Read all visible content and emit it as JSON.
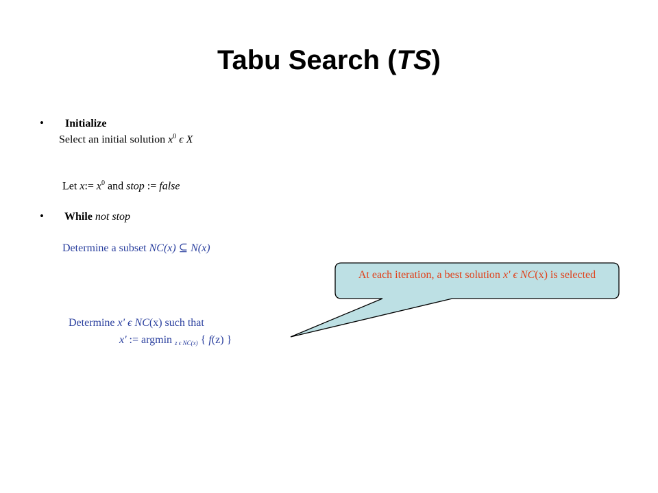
{
  "title": {
    "main": "Tabu Search (",
    "abbr": "TS",
    "close": ")"
  },
  "bullet_char": "•",
  "initialize": {
    "heading": "Initialize",
    "select_text": "Select an initial solution ",
    "x0_var": "x",
    "x0_sup": "0",
    "member": " ϵ X",
    "let_prefix": "Let ",
    "let_x": "x",
    "assign": ":= ",
    "x0b_var": "x",
    "x0b_sup": "0",
    "and": " and ",
    "stop_var": "stop",
    "stop_assign": " := ",
    "false_val": "false"
  },
  "while": {
    "heading": "While",
    "not_stop": " not stop",
    "subset_text": "Determine a subset ",
    "subset_expr": "NC(x) ⊆ N(x)"
  },
  "determine": {
    "line1_prefix": "Determine ",
    "line1_var": "x'",
    "line1_member": " ϵ ",
    "line1_nc": "NC",
    "line1_x": "(x)",
    "line1_suffix": " such that",
    "line2_var": "x'",
    "line2_assign": " := argmin ",
    "line2_sub": "z ϵ NC(x)",
    "line2_brace_open": " { ",
    "line2_f": "f",
    "line2_z": "(z)",
    "line2_brace_close": " }"
  },
  "callout": {
    "text_before": "At each iteration, a best solution ",
    "text_var": "x'",
    "text_member": " ϵ ",
    "text_nc": "NC",
    "text_x": "(x)",
    "text_after": " is selected",
    "fill": "#bde0e4",
    "text_color": "#e0401a"
  }
}
